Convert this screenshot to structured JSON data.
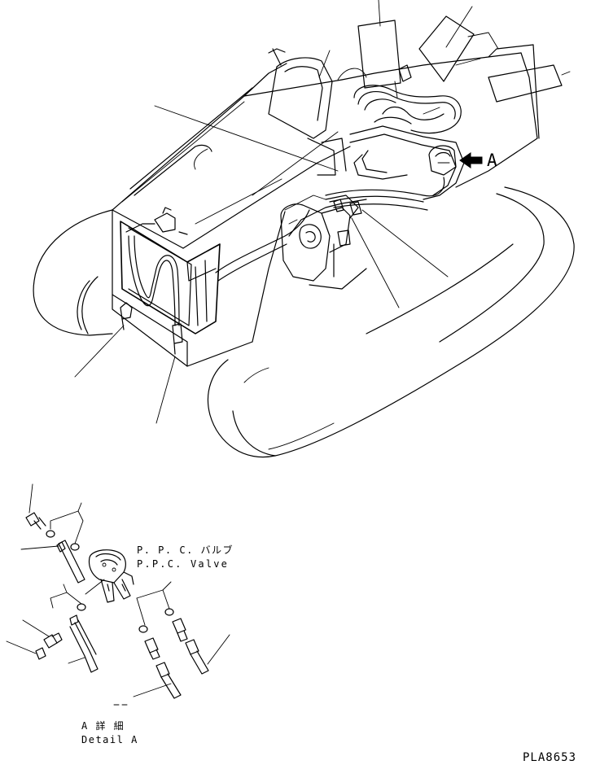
{
  "callout_a": "A",
  "ppc_valve_jp": "P. P. C. バルブ",
  "ppc_valve_en": "P.P.C. Valve",
  "detail_jp": "A 詳 細",
  "detail_en": "Detail A",
  "drawing_code": "PLA8653"
}
